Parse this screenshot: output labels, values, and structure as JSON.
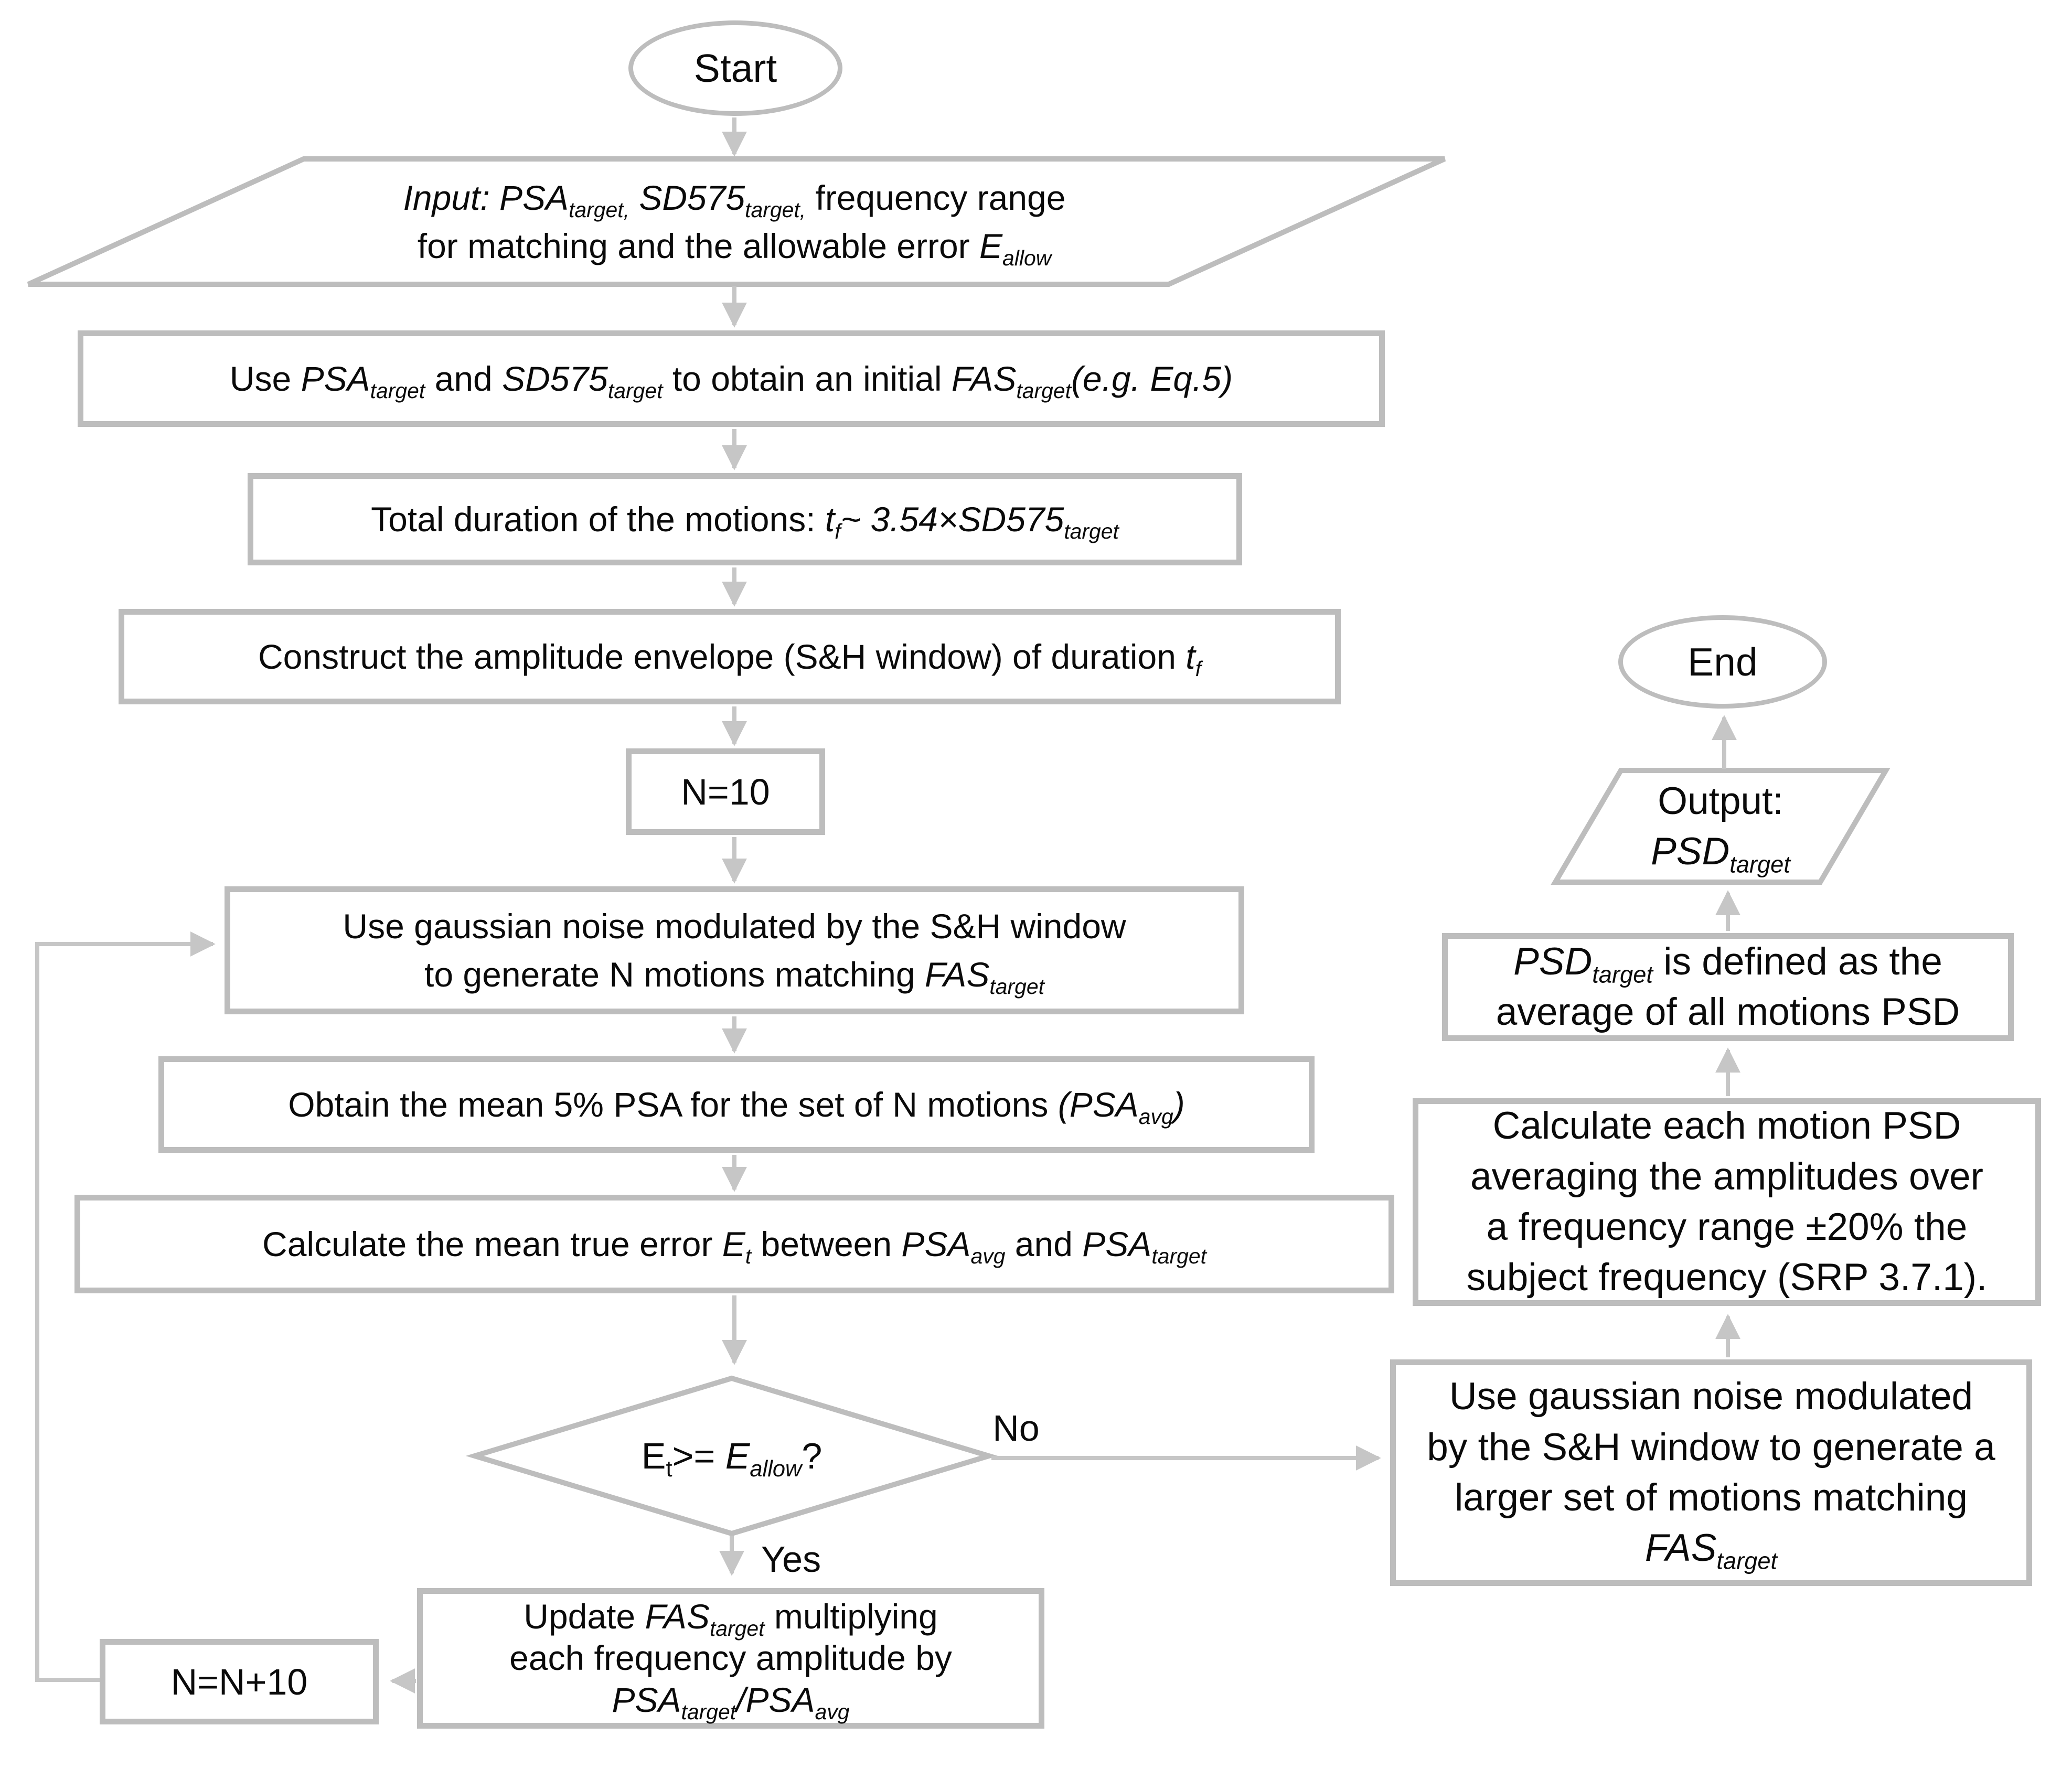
{
  "flowchart": {
    "colors": {
      "shape_border": "#bdbdbd",
      "connector": "#c6c6c6",
      "text": "#0a0a0a",
      "background": "#ffffff"
    },
    "nodes": {
      "start": {
        "label": "Start"
      },
      "input": {
        "lines": [
          [
            {
              "t": "Input: PSA",
              "i": 1
            },
            {
              "t": "target,",
              "i": 1,
              "s": 1
            },
            {
              "t": " SD575",
              "i": 1
            },
            {
              "t": "target,",
              "i": 1,
              "s": 1
            },
            {
              "t": " frequency range"
            }
          ],
          [
            {
              "t": "for matching and the allowable error "
            },
            {
              "t": "E",
              "i": 1
            },
            {
              "t": "allow",
              "i": 1,
              "s": 1
            }
          ]
        ]
      },
      "initial_fas": {
        "lines": [
          [
            {
              "t": "Use "
            },
            {
              "t": "PSA",
              "i": 1
            },
            {
              "t": "target",
              "i": 1,
              "s": 1
            },
            {
              "t": " and "
            },
            {
              "t": "SD575",
              "i": 1
            },
            {
              "t": "target",
              "i": 1,
              "s": 1
            },
            {
              "t": " to obtain an initial "
            },
            {
              "t": "FAS",
              "i": 1
            },
            {
              "t": "target",
              "i": 1,
              "s": 1
            },
            {
              "t": "(e.g. Eq.5)",
              "i": 1
            }
          ]
        ]
      },
      "duration": {
        "lines": [
          [
            {
              "t": "Total duration of the motions: "
            },
            {
              "t": "t",
              "i": 1
            },
            {
              "t": "f",
              "i": 1,
              "s": 1
            },
            {
              "t": "~ 3.54×SD575",
              "i": 1
            },
            {
              "t": "target",
              "i": 1,
              "s": 1
            }
          ]
        ]
      },
      "envelope": {
        "lines": [
          [
            {
              "t": "Construct the amplitude envelope (S&H window) of duration "
            },
            {
              "t": "t",
              "i": 1
            },
            {
              "t": "f",
              "i": 1,
              "s": 1
            }
          ]
        ]
      },
      "n10": {
        "label": "N=10"
      },
      "generate_n": {
        "lines": [
          [
            {
              "t": "Use gaussian noise modulated by the S&H window"
            }
          ],
          [
            {
              "t": "to generate N motions matching "
            },
            {
              "t": "FAS",
              "i": 1
            },
            {
              "t": "target",
              "i": 1,
              "s": 1
            }
          ]
        ]
      },
      "mean_psa": {
        "lines": [
          [
            {
              "t": "Obtain the mean 5% PSA for the set of N motions "
            },
            {
              "t": "(PSA",
              "i": 1
            },
            {
              "t": "avg",
              "i": 1,
              "s": 1
            },
            {
              "t": ")",
              "i": 1
            }
          ]
        ]
      },
      "true_error": {
        "lines": [
          [
            {
              "t": "Calculate the mean true error "
            },
            {
              "t": "E",
              "i": 1
            },
            {
              "t": "t",
              "i": 1,
              "s": 1
            },
            {
              "t": " between "
            },
            {
              "t": "PSA",
              "i": 1
            },
            {
              "t": "avg",
              "i": 1,
              "s": 1
            },
            {
              "t": " and "
            },
            {
              "t": "PSA",
              "i": 1
            },
            {
              "t": "target",
              "i": 1,
              "s": 1
            }
          ]
        ]
      },
      "decision": {
        "lines": [
          [
            {
              "t": "E"
            },
            {
              "t": "t",
              "s": 1
            },
            {
              "t": ">= "
            },
            {
              "t": "E",
              "i": 1
            },
            {
              "t": "allow",
              "i": 1,
              "s": 1
            },
            {
              "t": "?"
            }
          ]
        ]
      },
      "update_fas": {
        "lines": [
          [
            {
              "t": "Update "
            },
            {
              "t": "FAS",
              "i": 1
            },
            {
              "t": "target",
              "i": 1,
              "s": 1
            },
            {
              "t": " multiplying"
            }
          ],
          [
            {
              "t": "each frequency amplitude by"
            }
          ],
          [
            {
              "t": "PSA",
              "i": 1
            },
            {
              "t": "target",
              "i": 1,
              "s": 1
            },
            {
              "t": "/PSA",
              "i": 1
            },
            {
              "t": "avg",
              "i": 1,
              "s": 1
            }
          ]
        ]
      },
      "nn10": {
        "label": "N=N+10"
      },
      "generate_larger": {
        "lines": [
          [
            {
              "t": "Use gaussian noise modulated"
            }
          ],
          [
            {
              "t": "by the S&H window to generate a"
            }
          ],
          [
            {
              "t": "larger set of motions matching"
            }
          ],
          [
            {
              "t": "FAS",
              "i": 1
            },
            {
              "t": "target",
              "i": 1,
              "s": 1
            }
          ]
        ]
      },
      "calc_psd": {
        "lines": [
          [
            {
              "t": "Calculate each motion PSD"
            }
          ],
          [
            {
              "t": "averaging the amplitudes over"
            }
          ],
          [
            {
              "t": "a frequency range ±20% the"
            }
          ],
          [
            {
              "t": "subject frequency (SRP 3.7.1)."
            }
          ]
        ]
      },
      "psd_defined": {
        "lines": [
          [
            {
              "t": "PSD",
              "i": 1
            },
            {
              "t": "target",
              "i": 1,
              "s": 1
            },
            {
              "t": " is defined as the"
            }
          ],
          [
            {
              "t": "average of all motions PSD"
            }
          ]
        ]
      },
      "output": {
        "lines": [
          [
            {
              "t": "Output:"
            }
          ],
          [
            {
              "t": "PSD",
              "i": 1
            },
            {
              "t": "target",
              "i": 1,
              "s": 1
            }
          ]
        ]
      },
      "end": {
        "label": "End"
      }
    },
    "branch_labels": {
      "no": "No",
      "yes": "Yes"
    }
  }
}
